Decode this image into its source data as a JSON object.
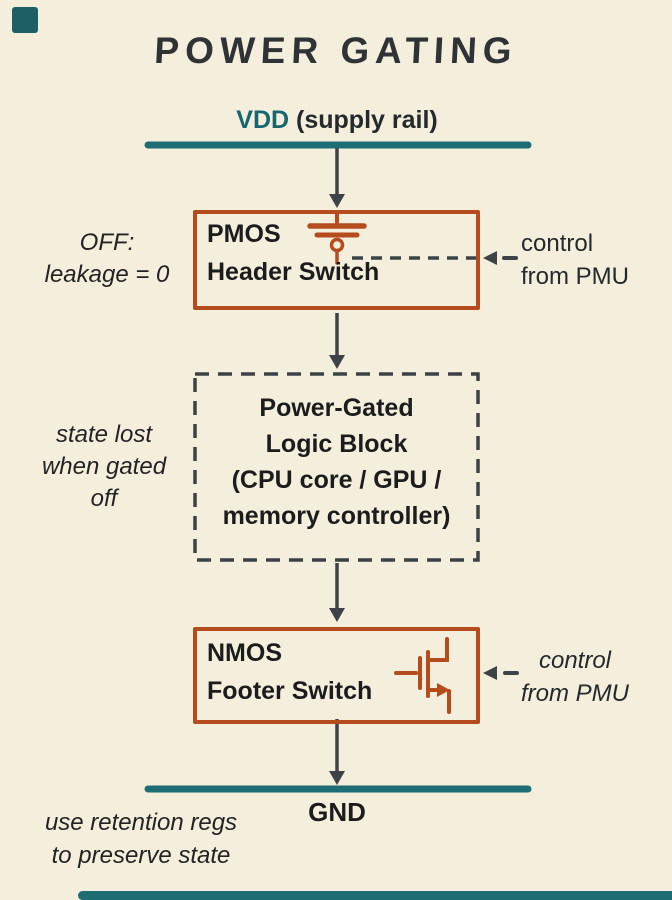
{
  "page": {
    "title": "POWER GATING",
    "background_color": "#f4efdc"
  },
  "colors": {
    "rail_teal": "#1f6d74",
    "switch_orange": "#b54c1e",
    "ink_dark": "#26292a",
    "arrow_gray": "#3d4347"
  },
  "decorations": {
    "top_left_square": "teal-accent-square",
    "bottom_bar": "teal-accent-bar"
  },
  "vdd": {
    "label_main": "VDD",
    "label_suffix": " (supply rail)"
  },
  "pmos_switch": {
    "line1": "PMOS",
    "line2": "Header Switch",
    "symbol": "pmos-transistor-icon"
  },
  "logic_block": {
    "line1": "Power-Gated",
    "line2": "Logic Block",
    "line3": "(CPU core / GPU /",
    "line4": "memory controller)"
  },
  "nmos_switch": {
    "line1": "NMOS",
    "line2": "Footer Switch",
    "symbol": "nmos-transistor-icon"
  },
  "gnd": {
    "label": "GND"
  },
  "annotations": {
    "off_state": {
      "line1": "OFF:",
      "line2": "leakage = 0"
    },
    "control_top": {
      "line1": "control",
      "line2": "from PMU"
    },
    "state_lost": {
      "line1": "state lost",
      "line2": "when gated",
      "line3": "off"
    },
    "control_bottom": {
      "line1": "control",
      "line2": "from PMU"
    },
    "retention": {
      "line1": "use retention regs",
      "line2": "to preserve state"
    }
  }
}
